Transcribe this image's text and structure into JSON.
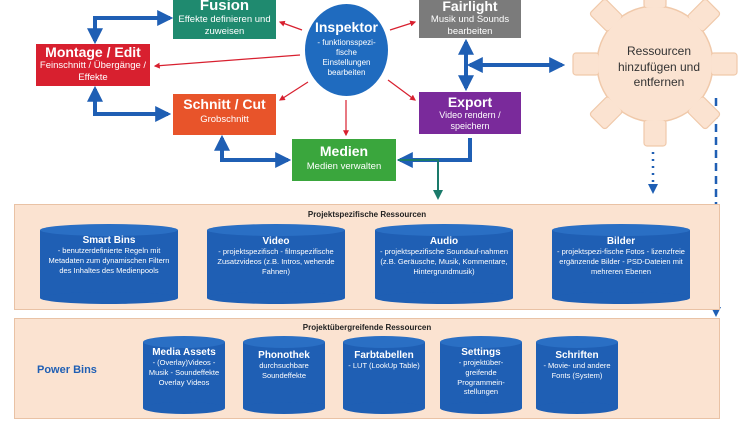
{
  "modules": {
    "fusion": {
      "title": "Fusion",
      "subtitle": "Effekte definieren und zuweisen"
    },
    "montage": {
      "title": "Montage / Edit",
      "subtitle": "Feinschnitt / Übergänge / Effekte"
    },
    "schnitt": {
      "title": "Schnitt / Cut",
      "subtitle": "Grobschnitt"
    },
    "medien": {
      "title": "Medien",
      "subtitle": "Medien verwalten"
    },
    "fairlight": {
      "title": "Fairlight",
      "subtitle": "Musik und Sounds bearbeiten"
    },
    "export": {
      "title": "Export",
      "subtitle": "Video rendern / speichern"
    },
    "inspektor": {
      "title": "Inspektor",
      "subtitle": "- funktionsspezi-fische Einstellungen bearbeiten"
    }
  },
  "gear": {
    "label": "Ressourcen hinzufügen und entfernen"
  },
  "project_resources": {
    "title": "Projektspezifische Ressourcen",
    "items": [
      {
        "title": "Smart Bins",
        "text": "- benutzerdefinierte Regeln mit Metadaten zum dynamischen Filtern des Inhaltes des Medienpools"
      },
      {
        "title": "Video",
        "text": "- projektspezifisch - filmspezifische Zusatzvideos (z.B. Intros, wehende Fahnen)"
      },
      {
        "title": "Audio",
        "text": "- projektspezifische Soundauf-nahmen (z.B. Geräusche, Musik, Kommentare, Hintergrundmusik)"
      },
      {
        "title": "Bilder",
        "text": "- projektspezi-fische Fotos - lizenzfreie ergänzende Bilder - PSD-Dateien mit mehreren Ebenen"
      }
    ]
  },
  "global_resources": {
    "title": "Projektübergreifende Ressourcen",
    "side_label": "Power Bins",
    "items": [
      {
        "title": "Media Assets",
        "text": "- (Overlay)Videos - Musik - Soundeffekte Overlay Videos"
      },
      {
        "title": "Phonothek",
        "text": "durchsuchbare Soundeffekte"
      },
      {
        "title": "Farbtabellen",
        "text": "- LUT (LookUp Table)"
      },
      {
        "title": "Settings",
        "text": "- projektüber-greifende Programmein-stellungen"
      },
      {
        "title": "Schriften",
        "text": "- Movie- und andere Fonts (System)"
      }
    ]
  },
  "colors": {
    "fusion": "#1f8a6f",
    "montage": "#d8202f",
    "schnitt": "#e8542a",
    "medien": "#3aa63d",
    "fairlight": "#7b7b7b",
    "export": "#7a2a9b",
    "inspektor": "#1f6bbf",
    "arrow_blue": "#1f5fb4",
    "arrow_red": "#d8202f",
    "arrow_teal": "#1a7a6a",
    "gear": "#fbe3d1",
    "panel": "#fbe3d1",
    "cylinder": "#1f5fb4"
  }
}
